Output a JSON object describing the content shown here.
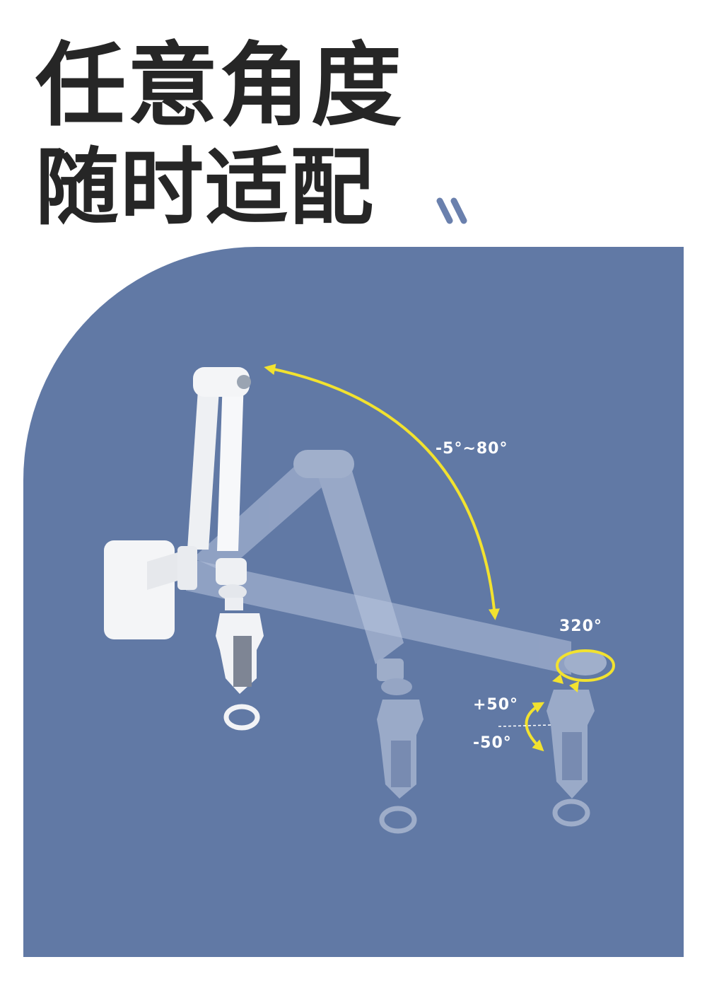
{
  "headline": {
    "line1": "任意角度",
    "line2": "随时适配"
  },
  "decor": {
    "quote_icon": "double-slash-quote-icon",
    "accent_color": "#6179a5"
  },
  "angles": {
    "tilt": "-5°~80°",
    "rotate": "320°",
    "swing_up": "+50°",
    "swing_down": "-50°"
  },
  "colors": {
    "panel_bg": "#6179a5",
    "arrow": "#f2e22f",
    "headline": "#262626",
    "label": "#ffffff"
  }
}
